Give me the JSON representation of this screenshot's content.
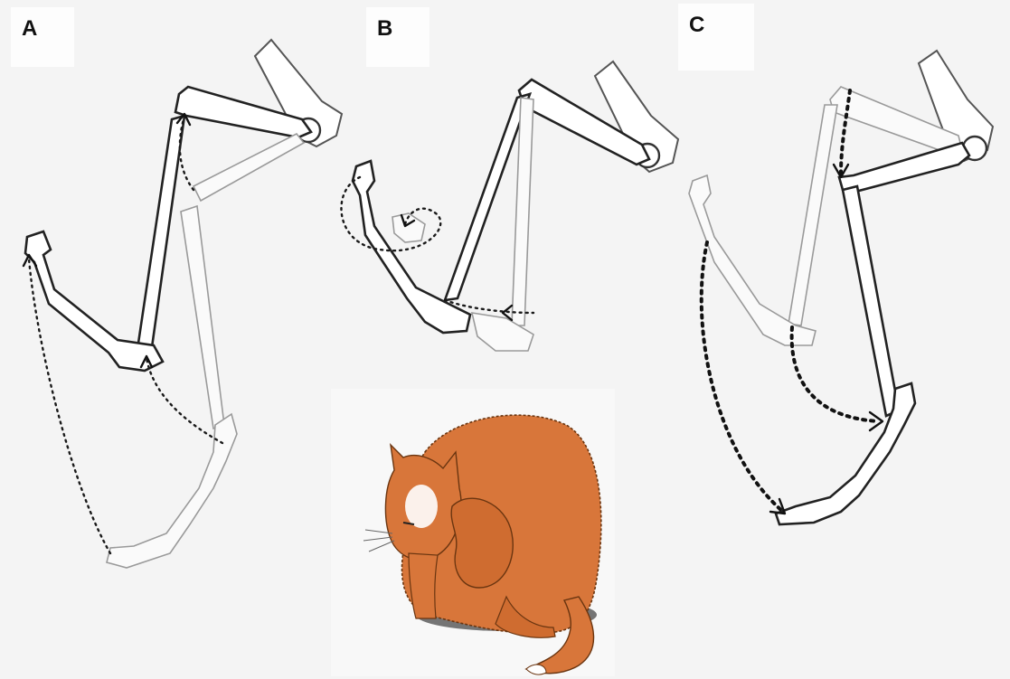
{
  "panels": {
    "a": {
      "label": "A"
    },
    "b": {
      "label": "B"
    },
    "c": {
      "label": "C"
    }
  }
}
